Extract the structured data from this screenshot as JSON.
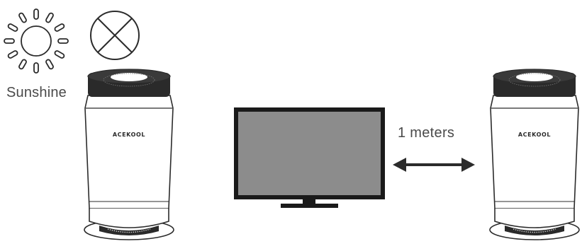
{
  "labels": {
    "sunshine": "Sunshine",
    "distance": "1 meters"
  },
  "brand": "ACEKOOL",
  "icons": {
    "sun": "sun-icon",
    "prohibited": "prohibited-icon",
    "tv": "tv-icon",
    "arrow": "double-arrow-icon"
  },
  "colors": {
    "stroke": "#2b2b2b",
    "tv_screen": "#8c8c8c",
    "tv_frame": "#1a1a1a",
    "text": "#4a4a4a"
  }
}
